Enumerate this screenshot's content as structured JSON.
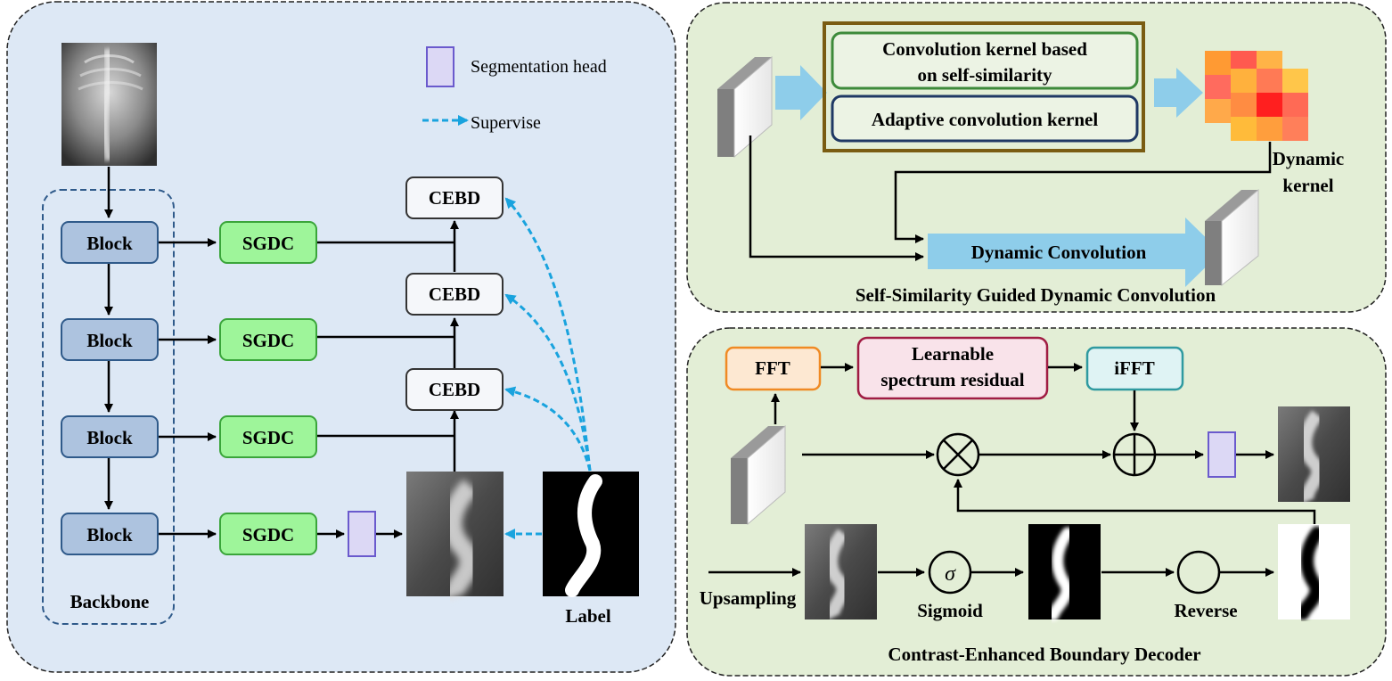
{
  "legend": {
    "seg_head": "Segmentation head",
    "supervise": "Supervise"
  },
  "backbone": {
    "label": "Backbone",
    "blocks": [
      "Block",
      "Block",
      "Block",
      "Block"
    ]
  },
  "sgdc_labels": [
    "SGDC",
    "SGDC",
    "SGDC",
    "SGDC"
  ],
  "cebd_labels": [
    "CEBD",
    "CEBD",
    "CEBD"
  ],
  "label_caption": "Label",
  "sgdc_panel": {
    "title": "Self-Similarity Guided Dynamic Convolution",
    "kernel_self_sim_line1": "Convolution kernel based",
    "kernel_self_sim_line2": "on self-similarity",
    "adaptive_kernel": "Adaptive convolution kernel",
    "dynamic_kernel_line1": "Dynamic",
    "dynamic_kernel_line2": "kernel",
    "dynamic_conv": "Dynamic Convolution"
  },
  "cebd_panel": {
    "title": "Contrast-Enhanced Boundary Decoder",
    "fft": "FFT",
    "lsr_line1": "Learnable",
    "lsr_line2": "spectrum residual",
    "ifft": "iFFT",
    "sigma": "σ",
    "upsampling": "Upsampling",
    "sigmoid": "Sigmoid",
    "reverse": "Reverse"
  },
  "colors": {
    "left_panel_bg": "#dde8f5",
    "right_panel_bg": "#e3eed6",
    "block_fill": "#adc3df",
    "block_stroke": "#2f5a8a",
    "sgdc_fill": "#9ef59a",
    "sgdc_stroke": "#3aa53a",
    "seghead_fill": "#dcd8f5",
    "seghead_stroke": "#6a5acd",
    "supervise": "#19a3de",
    "arrow_blue": "#8ecdea",
    "fft_stroke": "#f08a24",
    "fft_fill": "#fde8d2",
    "lsr_stroke": "#a01c43",
    "lsr_fill": "#f9e3ea",
    "ifft_stroke": "#2f9aa0",
    "ifft_fill": "#dff3f4",
    "kernel_outer": "#7a5c12",
    "kernel_green": "#3d8a3a",
    "kernel_navy": "#1f3864"
  }
}
